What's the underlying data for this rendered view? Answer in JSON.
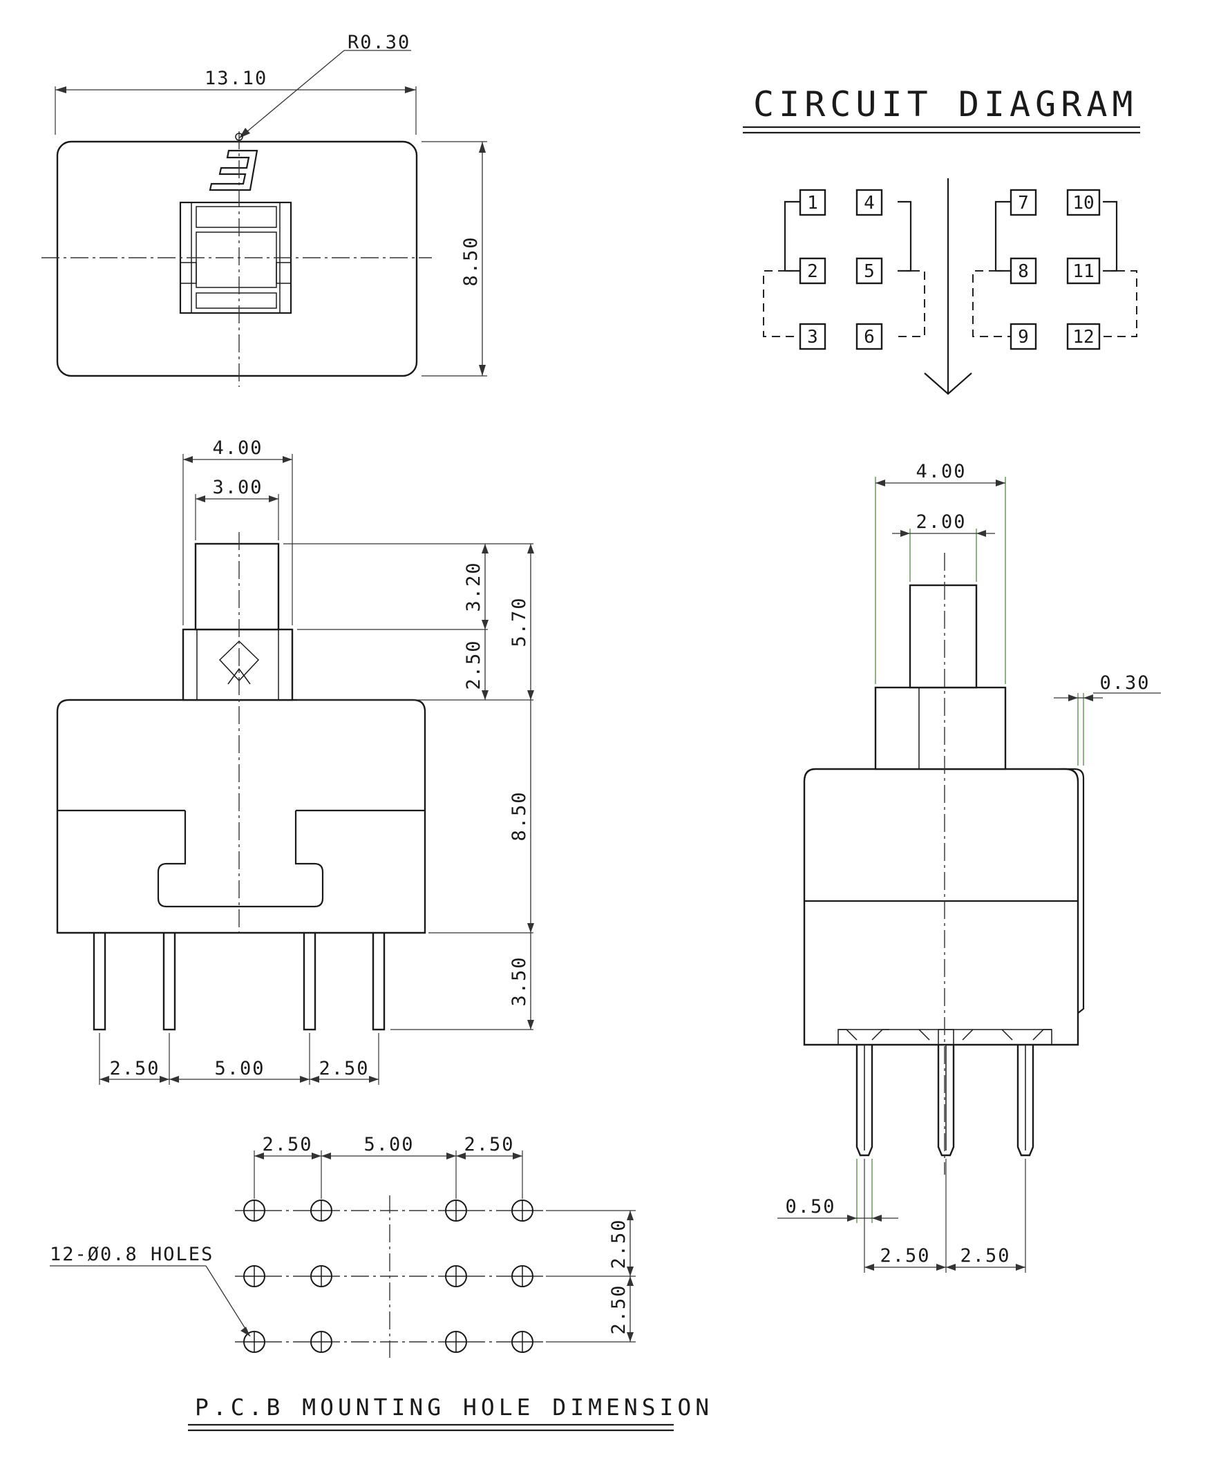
{
  "circuit_title": "CIRCUIT DIAGRAM",
  "pcb_title": "P.C.B MOUNTING HOLE DIMENSION",
  "dims": {
    "top_radius": "R0.30",
    "top_width": "13.10",
    "top_height": "8.50",
    "front_actuator_outer": "4.00",
    "front_actuator_inner": "3.00",
    "front_actuator_height": "3.20",
    "front_collar_height": "2.50",
    "front_total_height": "5.70",
    "front_body_height": "8.50",
    "front_pin_length": "3.50",
    "front_pitch_left": "2.50",
    "front_pitch_middle": "5.00",
    "front_pitch_right": "2.50",
    "side_actuator_outer": "4.00",
    "side_actuator_inner": "2.00",
    "side_offset": "0.30",
    "side_pin_width": "0.50",
    "side_pitch_left": "2.50",
    "side_pitch_right": "2.50",
    "pcb_pitch_left": "2.50",
    "pcb_pitch_middle": "5.00",
    "pcb_pitch_right": "2.50",
    "pcb_row_pitch_top": "2.50",
    "pcb_row_pitch_bottom": "2.50",
    "pcb_holes": "12-Ø0.8 HOLES"
  },
  "pins": [
    "1",
    "4",
    "2",
    "5",
    "3",
    "6",
    "7",
    "10",
    "8",
    "11",
    "9",
    "12"
  ]
}
